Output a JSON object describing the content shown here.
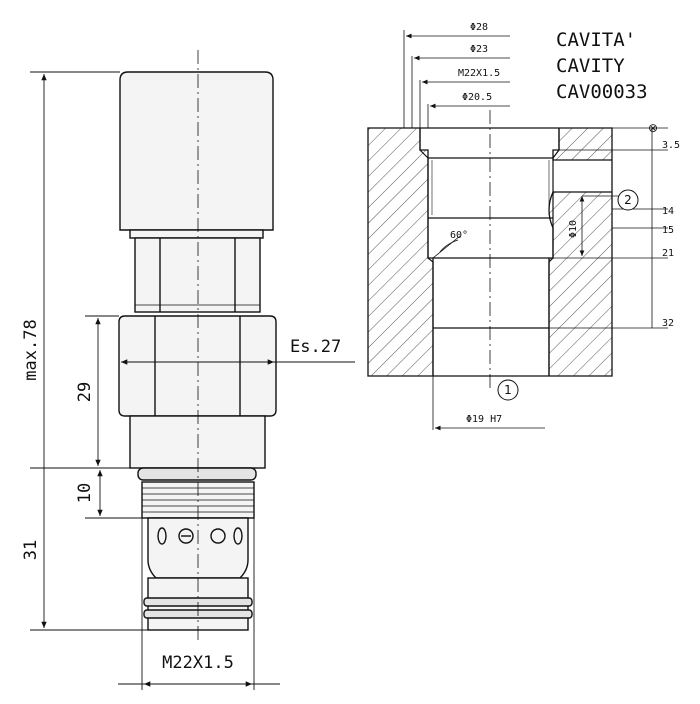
{
  "title": {
    "line1": "CAVITA'",
    "line2": "CAVITY",
    "line3": "CAV00033"
  },
  "valve": {
    "total_length_label": "max.78",
    "hex_height_label": "29",
    "thread_length_label": "10",
    "insertion_length_label": "31",
    "hex_size_label": "Es.27",
    "thread_label": "M22X1.5"
  },
  "cavity": {
    "dia_28": "Φ28",
    "dia_23": "Φ23",
    "thread": "M22X1.5",
    "dia_20_5": "Φ20.5",
    "dia_19": "Φ19 H7",
    "dia_10": "Φ10",
    "angle": "60°",
    "depths": [
      "3.5",
      "14",
      "15",
      "21",
      "32"
    ],
    "port_1": "1",
    "port_2": "2",
    "surface_symbol": "⊗"
  },
  "colors": {
    "line": "#111111",
    "body_fill": "#f4f4f4",
    "hatch": "#555555"
  }
}
